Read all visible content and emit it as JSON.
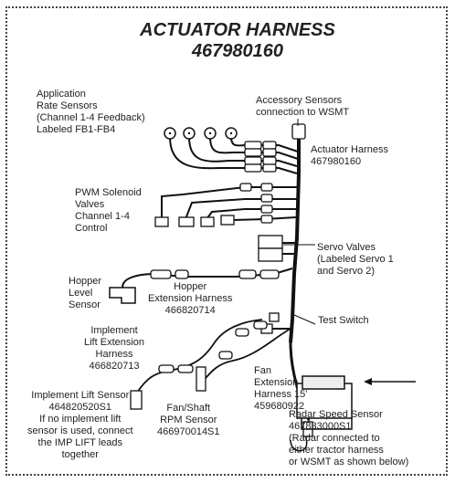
{
  "title": "ACTUATOR HARNESS",
  "part_number": "467980160",
  "labels": {
    "rate_sensors": "Application\nRate Sensors\n(Channel 1-4 Feedback)\nLabeled FB1-FB4",
    "accessory": "Accessory Sensors\nconnection to WSMT",
    "actuator": "Actuator Harness\n467980160",
    "pwm": "PWM Solenoid\nValves\nChannel 1-4\nControl",
    "servo": "Servo Valves\n(Labeled Servo 1\nand Servo 2)",
    "hopper_sensor": "Hopper\nLevel\nSensor",
    "hopper_ext": "Hopper\nExtension Harness\n466820714",
    "test_switch": "Test Switch",
    "impl_ext": "Implement\nLift Extension\nHarness\n466820713",
    "fan_ext": "Fan\nExtension\nHarness 15'\n459680922",
    "impl_sensor": "Implement Lift Sensor\n464820520S1\nIf no implement lift\nsensor is used, connect\nthe IMP LIFT leads\ntogether",
    "fan_rpm": "Fan/Shaft\nRPM Sensor\n466970014S1",
    "radar": "Radar Speed Sensor\n467833000S1\n(Radar connected to\neither tractor harness\nor WSMT as shown below)"
  }
}
